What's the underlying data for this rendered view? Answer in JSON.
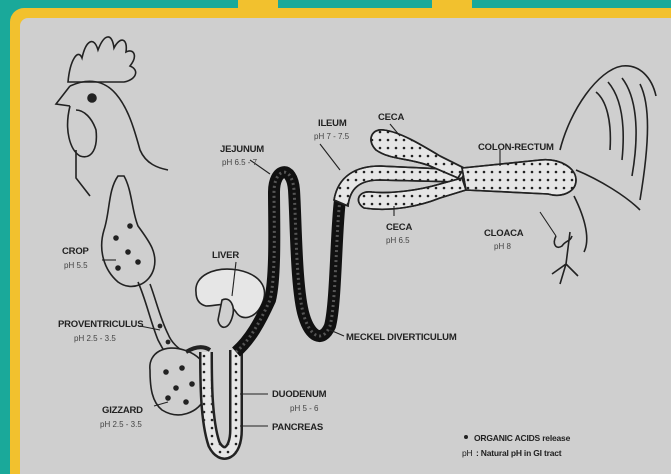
{
  "labels": {
    "crop": {
      "name": "CROP",
      "ph": "pH 5.5"
    },
    "proventriculus": {
      "name": "PROVENTRICULUS",
      "ph": "pH 2.5 - 3.5"
    },
    "gizzard": {
      "name": "GIZZARD",
      "ph": "pH 2.5 - 3.5"
    },
    "liver": {
      "name": "LIVER"
    },
    "jejunum": {
      "name": "JEJUNUM",
      "ph": "pH 6.5 - 7"
    },
    "ileum": {
      "name": "ILEUM",
      "ph": "pH 7 - 7.5"
    },
    "ceca_top": {
      "name": "CECA"
    },
    "ceca_bottom": {
      "name": "CECA",
      "ph": "pH 6.5"
    },
    "colon_rectum": {
      "name": "COLON-RECTUM"
    },
    "cloaca": {
      "name": "CLOACA",
      "ph": "pH 8"
    },
    "meckel": {
      "name": "MECKEL DIVERTICULUM"
    },
    "duodenum": {
      "name": "DUODENUM",
      "ph": "pH 5 - 6"
    },
    "pancreas": {
      "name": "PANCREAS"
    }
  },
  "legend": {
    "dot_text": "ORGANIC ACIDS release",
    "ph_key": "pH",
    "ph_text": ": Natural pH in GI tract"
  }
}
